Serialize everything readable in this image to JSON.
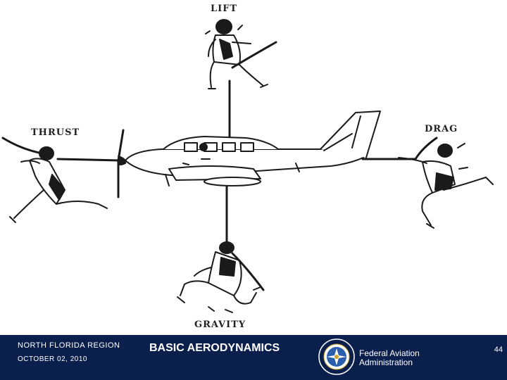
{
  "diagram": {
    "labels": {
      "lift": "LIFT",
      "thrust": "THRUST",
      "drag": "DRAG",
      "gravity": "GRAVITY"
    }
  },
  "footer": {
    "region": "NORTH FLORIDA REGION",
    "date": "OCTOBER 02, 2010",
    "title": "BASIC AERODYNAMICS",
    "agency": "Federal Aviation Administration",
    "page_number": "44"
  },
  "colors": {
    "footer_bg": "#0b1f4d",
    "ink": "#222222"
  },
  "icons": {
    "seal": "faa-seal-icon"
  }
}
